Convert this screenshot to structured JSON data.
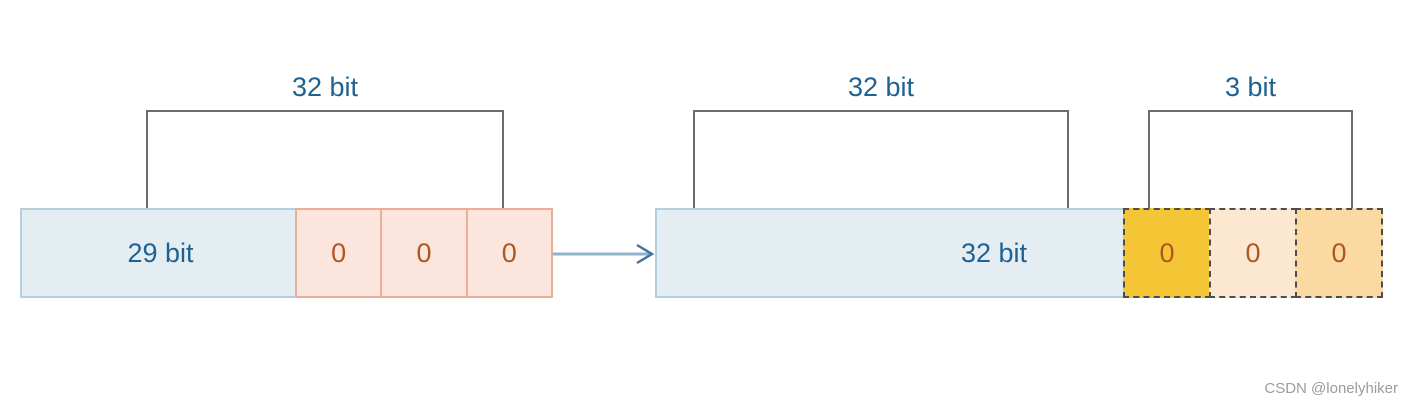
{
  "watermark": "CSDN @lonelyhiker",
  "colors": {
    "blue_fill": "#e4edf2",
    "blue_border": "#b5cfdd",
    "pink_fill": "#fce5dc",
    "pink_border": "#ecad96",
    "gold_fill": "#f4c636",
    "peach_fill": "#fce8d1",
    "orange_fill": "#fbd9a3",
    "dash_border": "#4d4d4d",
    "zero_text": "#b0571f",
    "label_blue": "#1f6291",
    "bracket_gray": "#6b6b6b",
    "arrow_shaft": "#8fb3cc",
    "arrow_head": "#3f72a3",
    "watermark_gray": "#9c9c9c"
  },
  "diagram": {
    "left": {
      "bracket_label": "32 bit",
      "segment_label": "29 bit",
      "cells": [
        "0",
        "0",
        "0"
      ]
    },
    "right": {
      "bracket_label_box": "32 bit",
      "bracket_label_cells": "3 bit",
      "segment_label": "32 bit",
      "cells": [
        "0",
        "0",
        "0"
      ]
    }
  }
}
